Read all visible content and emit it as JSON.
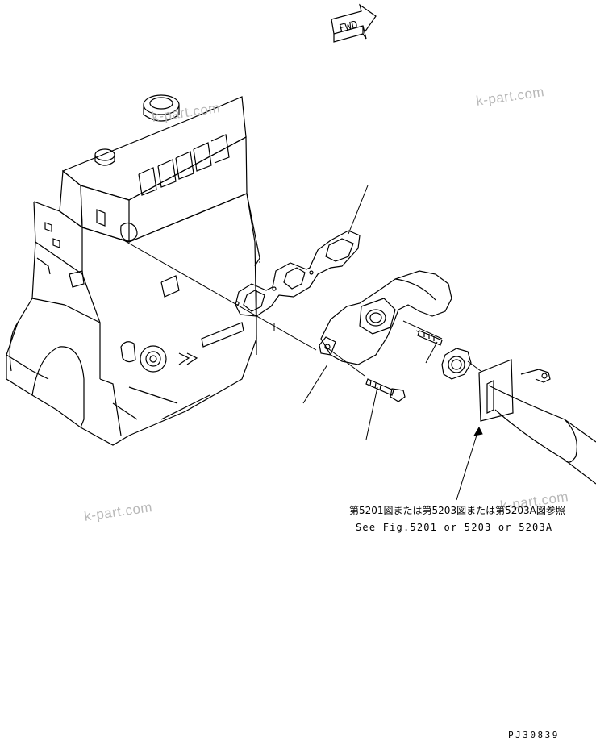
{
  "fwd_label": "FWD",
  "watermarks": [
    "k-part.com",
    "k-part.com",
    "k-part.com",
    "k-part.com"
  ],
  "reference": {
    "japanese": "第5201図または第5203図または第5203A図参照",
    "english": "See Fig.5201 or 5203 or 5203A"
  },
  "drawing_code": "PJ30839",
  "colors": {
    "line": "#000000",
    "watermark": "#b8b8b8",
    "background": "#ffffff"
  }
}
